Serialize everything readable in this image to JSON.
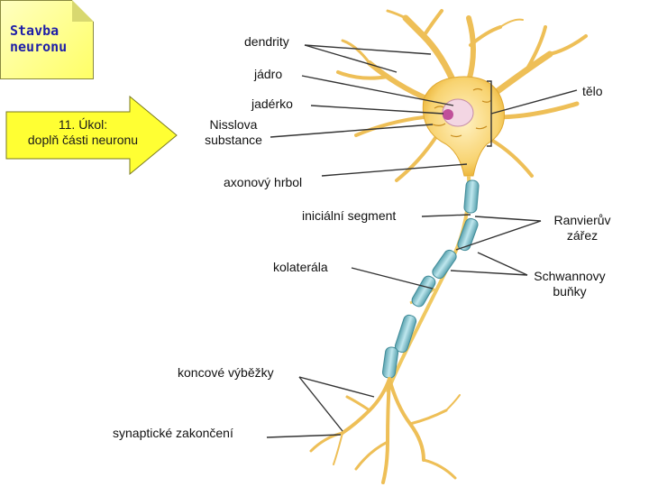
{
  "note": {
    "title": "Stavba\nneuronu"
  },
  "task": {
    "text": "11. Úkol:\ndoplň části neuronu"
  },
  "labels": {
    "dendrity": "dendrity",
    "jadro": "jádro",
    "jaderko": "jadérko",
    "nisslova": "Nisslova\nsubstance",
    "telo": "tělo",
    "axonovy_hrbol": "axonový hrbol",
    "inicialni_segment": "iniciální segment",
    "ranvieruv_zarez": "Ranvierův\nzářez",
    "kolaterala": "kolaterála",
    "schwannovy_bunky": "Schwannovy\nbuňky",
    "koncove_vybezky": "koncové výběžky",
    "synapticke_zakonceni": "synaptické zakončení"
  },
  "colors": {
    "note_fill": "#ffff66",
    "note_title": "#1f1fa8",
    "arrow_fill": "#ffff33",
    "cell_body": "#f5c242",
    "dendrite": "#f0c860",
    "nucleus": "#f3d6e3",
    "nucleolus": "#c0509a",
    "myelin": "#8fc9d3",
    "leader_line": "#333333"
  }
}
